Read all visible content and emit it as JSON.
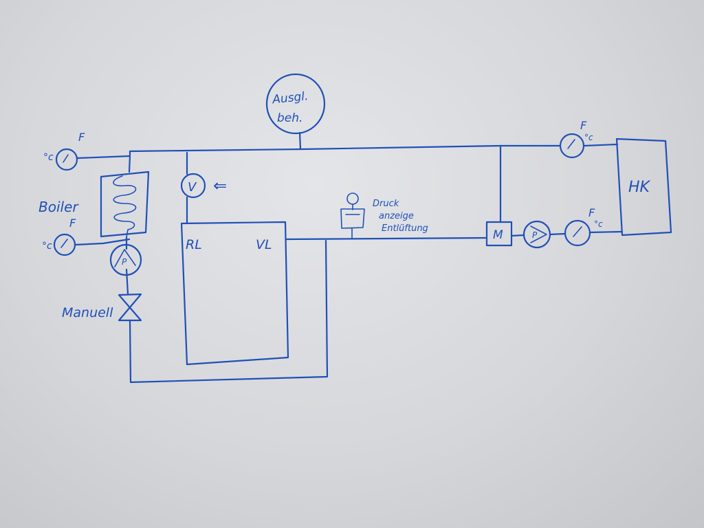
{
  "style": {
    "ink": "#1f4fb8",
    "paper": "#dcdde0"
  },
  "labels": {
    "ausgl_line1": "Ausgl.",
    "ausgl_line2": "beh.",
    "boiler": "Boiler",
    "manuell": "Manuell",
    "rl": "RL",
    "vl": "VL",
    "hk": "HK",
    "druck_line1": "Druck",
    "druck_line2": "anzeige",
    "druck_line3": "Entlüftung",
    "valve_v": "V",
    "arrow_sym": "⇐",
    "mixer_m": "M",
    "pump_p": "P",
    "deg_c": "°c",
    "deg_c_small": "°c",
    "therm_glyph": "F"
  }
}
